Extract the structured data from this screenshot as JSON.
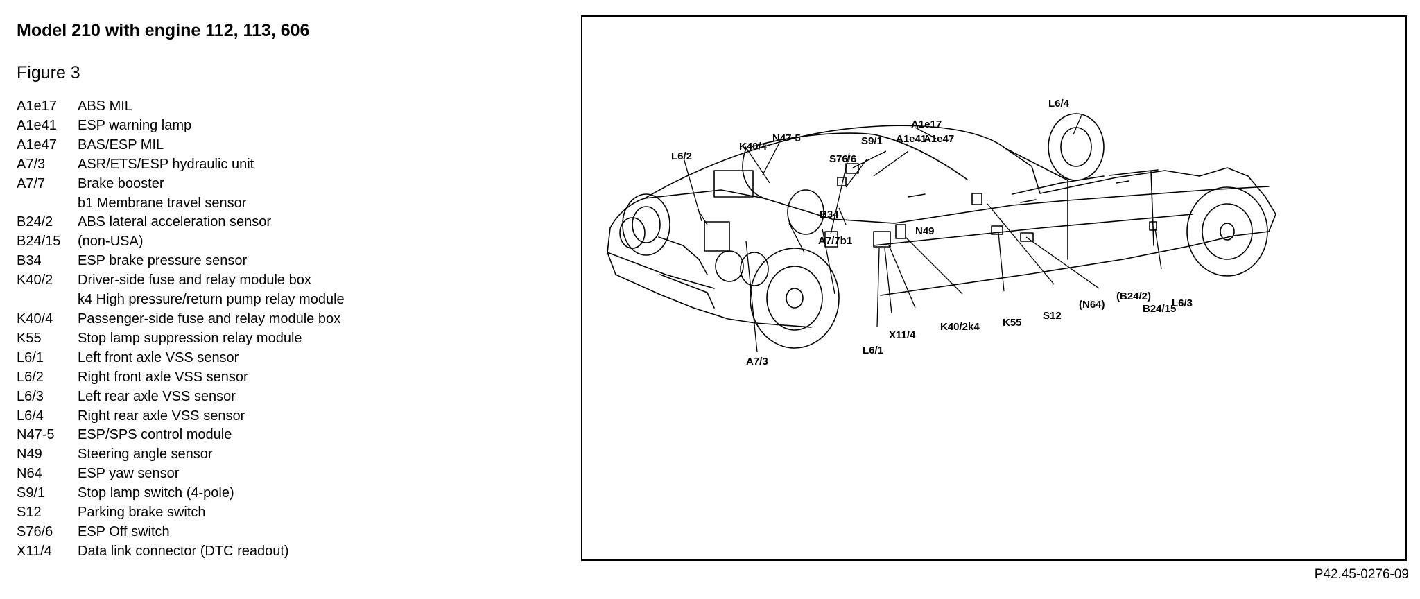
{
  "title": "Model 210 with engine 112, 113, 606",
  "figure_label": "Figure 3",
  "legend": [
    {
      "code": "A1e17",
      "desc": "ABS MIL"
    },
    {
      "code": "A1e41",
      "desc": "ESP warning lamp"
    },
    {
      "code": "A1e47",
      "desc": "BAS/ESP MIL"
    },
    {
      "code": "A7/3",
      "desc": "ASR/ETS/ESP hydraulic unit"
    },
    {
      "code": "A7/7",
      "desc": "Brake booster"
    },
    {
      "code": "",
      "desc": "b1 Membrane travel sensor"
    },
    {
      "code": "B24/2",
      "desc": "ABS lateral acceleration sensor"
    },
    {
      "code": "B24/15",
      "desc": "(non-USA)"
    },
    {
      "code": "B34",
      "desc": "ESP brake pressure sensor"
    },
    {
      "code": "K40/2",
      "desc": "Driver-side fuse and relay module box"
    },
    {
      "code": "",
      "desc": "k4 High pressure/return pump relay module"
    },
    {
      "code": "K40/4",
      "desc": "Passenger-side fuse and relay module box"
    },
    {
      "code": "K55",
      "desc": "Stop lamp suppression relay module"
    },
    {
      "code": "L6/1",
      "desc": "Left front axle VSS sensor"
    },
    {
      "code": "L6/2",
      "desc": "Right front axle VSS sensor"
    },
    {
      "code": "L6/3",
      "desc": "Left rear axle VSS sensor"
    },
    {
      "code": "L6/4",
      "desc": "Right rear axle VSS sensor"
    },
    {
      "code": "N47-5",
      "desc": "ESP/SPS control module"
    },
    {
      "code": "N49",
      "desc": "Steering angle sensor"
    },
    {
      "code": "N64",
      "desc": "ESP yaw sensor"
    },
    {
      "code": "S9/1",
      "desc": "Stop lamp switch (4-pole)"
    },
    {
      "code": "S12",
      "desc": "Parking brake switch"
    },
    {
      "code": "S76/6",
      "desc": "ESP Off switch"
    },
    {
      "code": "X11/4",
      "desc": "Data link connector (DTC readout)"
    }
  ],
  "diagram": {
    "labels": {
      "L6/4": "L6/4",
      "A1e17": "A1e17",
      "A1e41": "A1e41",
      "A1e47": "A1e47",
      "N47-5": "N47-5",
      "K40/4": "K40/4",
      "S9/1": "S9/1",
      "L6/2": "L6/2",
      "S76/6": "S76/6",
      "B34": "B34",
      "N49": "N49",
      "A7/7b1": "A7/7b1",
      "L6/3": "L6/3",
      "B24/2": "(B24/2)",
      "N64": "(N64)",
      "S12": "S12",
      "K55": "K55",
      "B24/15": "B24/15",
      "K40/2k4": "K40/2k4",
      "X11/4": "X11/4",
      "L6/1": "L6/1",
      "A7/3": "A7/3"
    }
  },
  "reference_number": "P42.45-0276-09"
}
